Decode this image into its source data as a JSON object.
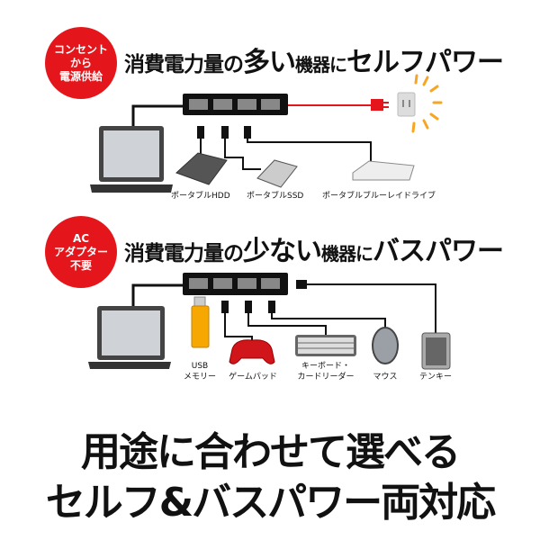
{
  "self_power": {
    "badge": [
      "コンセント",
      "から",
      "電源供給"
    ],
    "title": {
      "pre": "消費電力量の",
      "emph": "多い",
      "mid": "機器に",
      "end": "セルフパワー"
    },
    "devices": [
      "ポータブルHDD",
      "ポータブルSSD",
      "ポータブルブルーレイドライブ"
    ]
  },
  "bus_power": {
    "badge": [
      "AC",
      "アダプター",
      "不要"
    ],
    "title": {
      "pre": "消費電力量の",
      "emph": "少ない",
      "mid": "機器に",
      "end": "バスパワー"
    },
    "devices": [
      {
        "line1": "USB",
        "line2": "メモリー"
      },
      {
        "line1": "ゲームパッド",
        "line2": ""
      },
      {
        "line1": "キーボード・",
        "line2": "カードリーダー"
      },
      {
        "line1": "マウス",
        "line2": ""
      },
      {
        "line1": "テンキー",
        "line2": ""
      }
    ]
  },
  "headline": {
    "line1": "用途に合わせて選べる",
    "line2": "セルフ&バスパワー両対応"
  },
  "colors": {
    "accent_red": "#e5161b",
    "glow_orange": "#f5a623"
  }
}
